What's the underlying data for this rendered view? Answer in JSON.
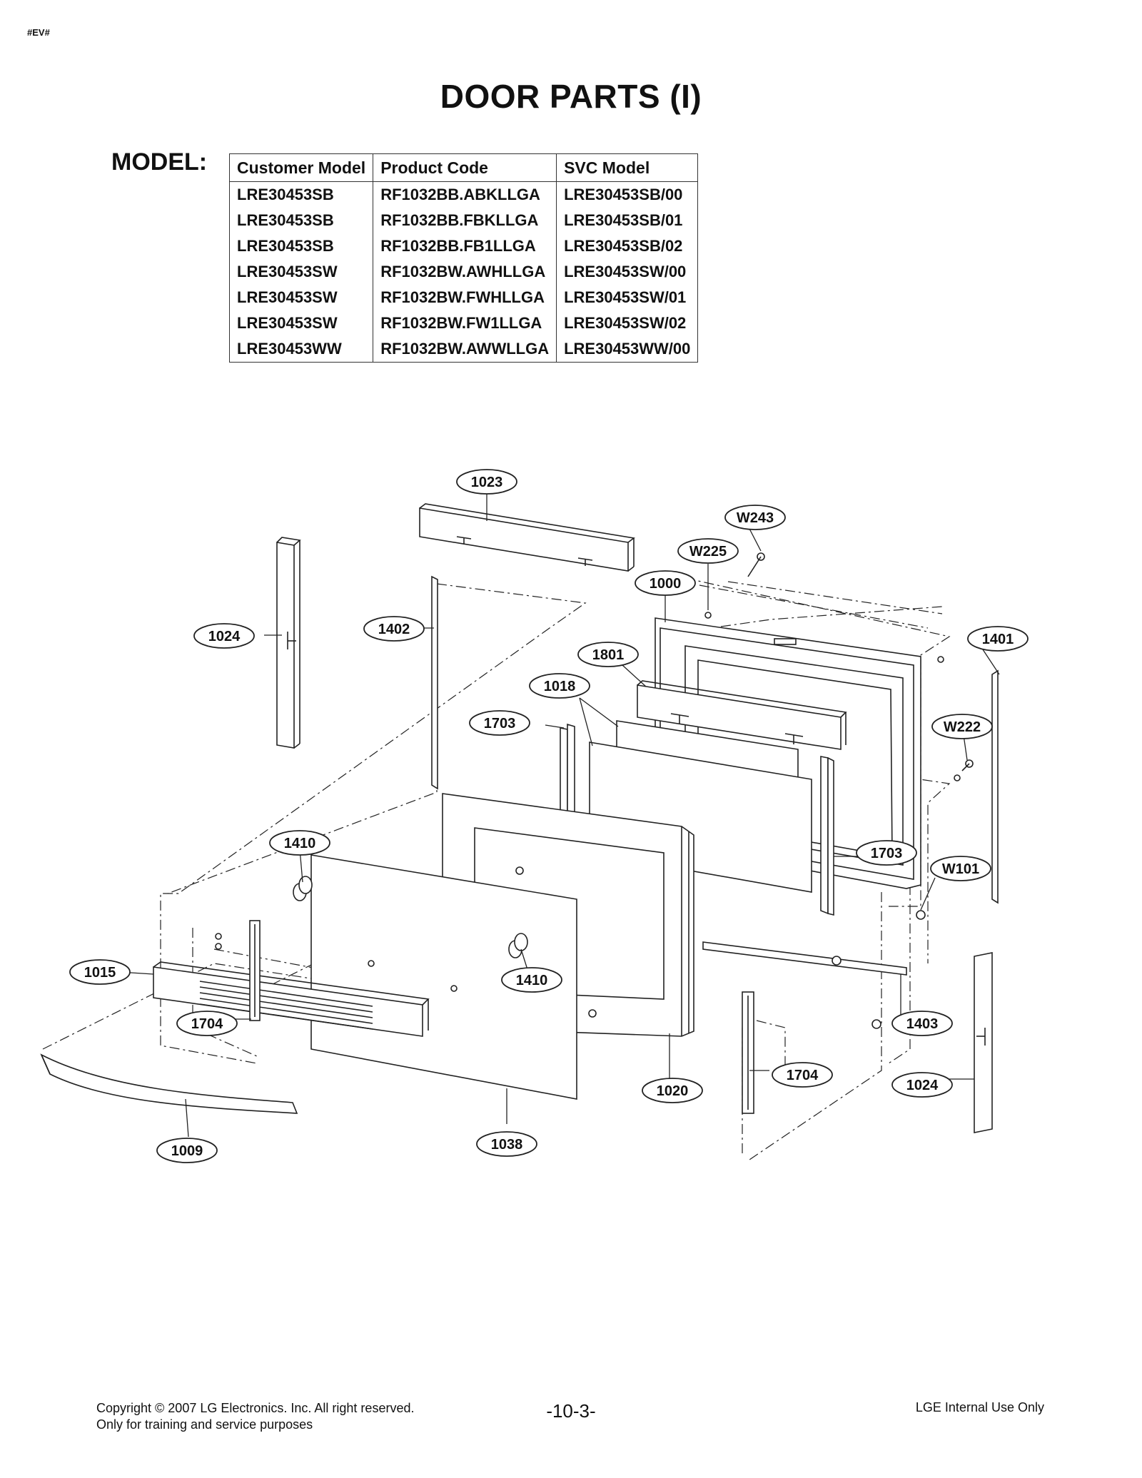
{
  "header": {
    "tag": "#EV#",
    "title": "DOOR PARTS (I)"
  },
  "model_label": "MODEL:",
  "model_table": {
    "columns": [
      "Customer Model",
      "Product Code",
      "SVC Model"
    ],
    "rows": [
      [
        "LRE30453SB",
        "RF1032BB.ABKLLGA",
        "LRE30453SB/00"
      ],
      [
        "LRE30453SB",
        "RF1032BB.FBKLLGA",
        "LRE30453SB/01"
      ],
      [
        "LRE30453SB",
        "RF1032BB.FB1LLGA",
        "LRE30453SB/02"
      ],
      [
        "LRE30453SW",
        "RF1032BW.AWHLLGA",
        "LRE30453SW/00"
      ],
      [
        "LRE30453SW",
        "RF1032BW.FWHLLGA",
        "LRE30453SW/01"
      ],
      [
        "LRE30453SW",
        "RF1032BW.FW1LLGA",
        "LRE30453SW/02"
      ],
      [
        "LRE30453WW",
        "RF1032BW.AWWLLGA",
        "LRE30453WW/00"
      ]
    ]
  },
  "callouts": [
    "1023",
    "W243",
    "W225",
    "1000",
    "1024",
    "1402",
    "1801",
    "1401",
    "1018",
    "1703",
    "W222",
    "1410",
    "1703",
    "W101",
    "1015",
    "1410",
    "1704",
    "1403",
    "1704",
    "1024",
    "1020",
    "1009",
    "1038"
  ],
  "footer": {
    "copyright": "Copyright © 2007 LG Electronics. Inc. All right reserved.",
    "purpose": "Only for training and service purposes",
    "page": "-10-3-",
    "notice": "LGE Internal Use Only"
  }
}
